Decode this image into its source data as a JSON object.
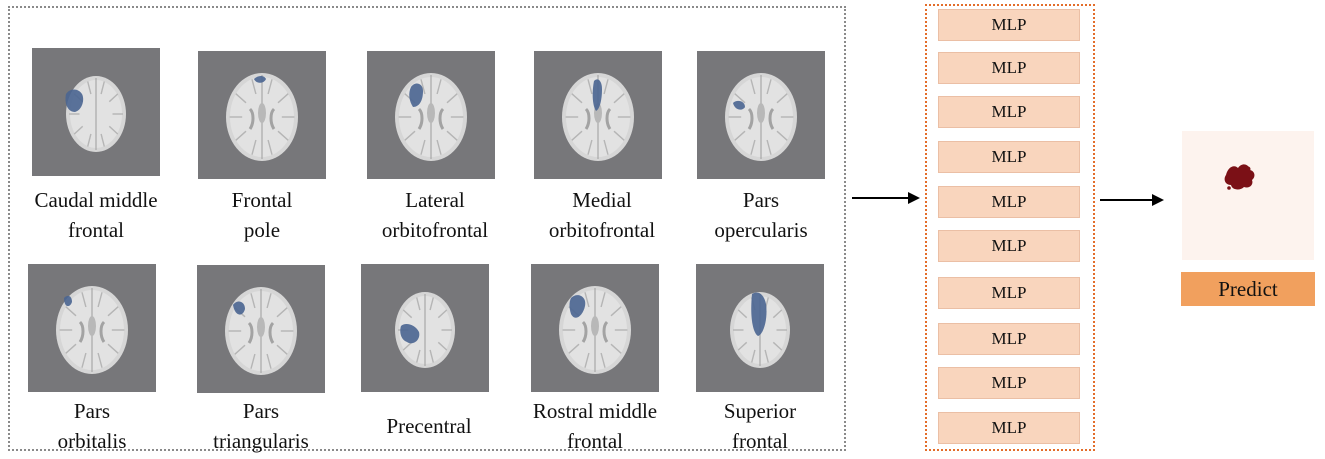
{
  "regions": [
    {
      "id": "caudal-middle-frontal",
      "label_line1": "Caudal middle",
      "label_line2": "frontal"
    },
    {
      "id": "frontal-pole",
      "label_line1": "Frontal",
      "label_line2": "pole"
    },
    {
      "id": "lateral-orbitofrontal",
      "label_line1": "Lateral",
      "label_line2": "orbitofrontal"
    },
    {
      "id": "medial-orbitofrontal",
      "label_line1": "Medial",
      "label_line2": "orbitofrontal"
    },
    {
      "id": "pars-opercularis",
      "label_line1": "Pars",
      "label_line2": "opercularis"
    },
    {
      "id": "pars-orbitalis",
      "label_line1": "Pars",
      "label_line2": "orbitalis"
    },
    {
      "id": "pars-triangularis",
      "label_line1": "Pars",
      "label_line2": "triangularis"
    },
    {
      "id": "precentral",
      "label_line1": "Precentral",
      "label_line2": ""
    },
    {
      "id": "rostral-middle-frontal",
      "label_line1": "Rostral middle",
      "label_line2": "frontal"
    },
    {
      "id": "superior-frontal",
      "label_line1": "Superior",
      "label_line2": "frontal"
    }
  ],
  "mlp_layers": [
    "MLP",
    "MLP",
    "MLP",
    "MLP",
    "MLP",
    "MLP",
    "MLP",
    "MLP",
    "MLP",
    "MLP"
  ],
  "predict": {
    "label": "Predict"
  },
  "colors": {
    "scan_background": "#77777a",
    "brain_tissue": "#d6d6d6",
    "region_highlight": "#4a6591",
    "mlp_fill": "#f9d5bd",
    "mlp_border": "#e36d2a",
    "predict_fill": "#f1a05e",
    "predict_background": "#fdf3ee",
    "lesion": "#7b1016"
  }
}
